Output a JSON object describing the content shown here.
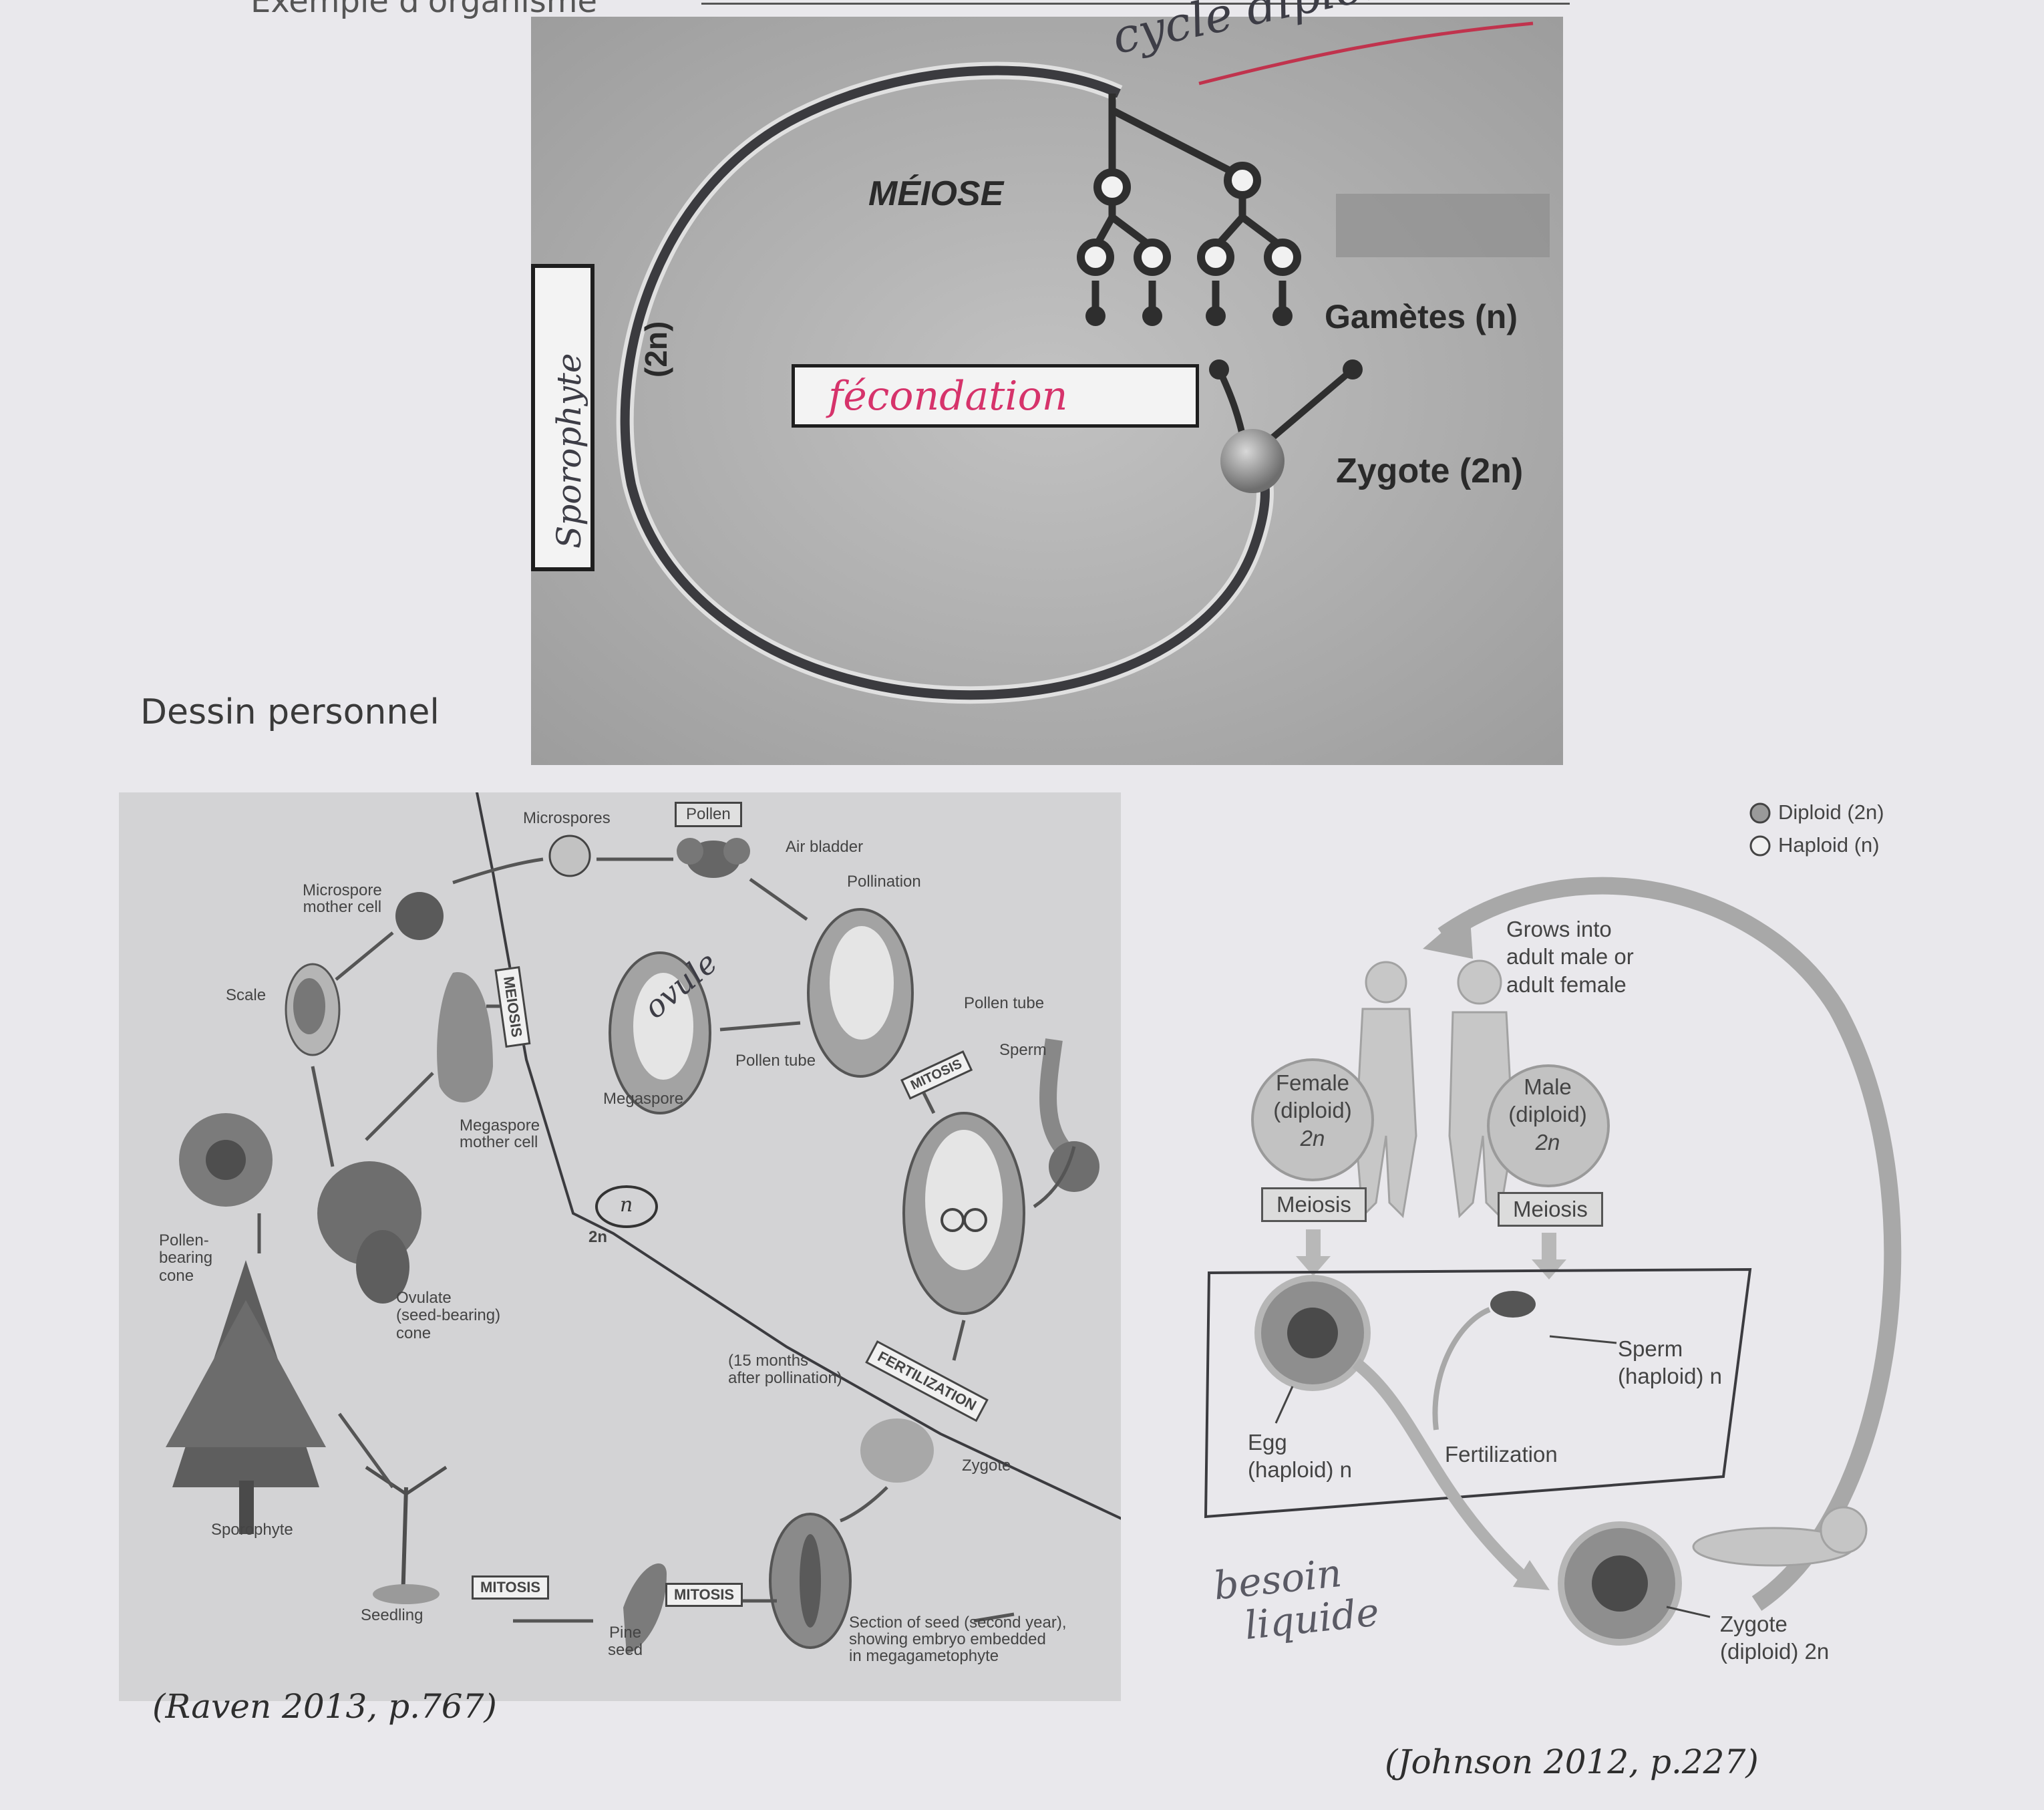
{
  "top": {
    "cut_header": "Exemple d'organisme",
    "caption_left": "Dessin personnel"
  },
  "diploid_cycle": {
    "handwritten_title": "cycle diploïde",
    "meiose": "MÉIOSE",
    "gametes": "Gamètes (n)",
    "zygote": "Zygote (2n)",
    "ploidy": "(2n)",
    "box_sporophyte": "Sporophyte",
    "box_fecondation": "fécondation"
  },
  "pine_cycle": {
    "microspores": "Microspores",
    "pollen": "Pollen",
    "air_bladder": "Air bladder",
    "pollination": "Pollination",
    "microspore_mother_cell": [
      "Microspore",
      "mother cell"
    ],
    "scale": "Scale",
    "meiosis": "MEIOSIS",
    "ovule": "ovule",
    "pollen_tube_a": "Pollen tube",
    "pollen_tube_b": "Pollen tube",
    "sperm": "Sperm",
    "mitosis_a": "MITOSIS",
    "megaspore": "Megaspore",
    "megaspore_mother_cell": [
      "Megaspore",
      "mother cell"
    ],
    "n": "n",
    "two_n": "2n",
    "pollen_bearing_cone": [
      "Pollen-",
      "bearing",
      "cone"
    ],
    "ovulate_cone": [
      "Ovulate",
      "(seed-bearing)",
      "cone"
    ],
    "fifteen_months": [
      "(15 months",
      "after pollination)"
    ],
    "fertilization": "FERTILIZATION",
    "zygote": "Zygote",
    "sporophyte": "Sporophyte",
    "mitosis_b": "MITOSIS",
    "mitosis_c": "MITOSIS",
    "seedling": "Seedling",
    "pine_seed": [
      "Pine",
      "seed"
    ],
    "section_of_seed": [
      "Section of seed (second year),",
      "showing embryo embedded",
      "in megagametophyte"
    ],
    "citation": "(Raven 2013, p.767)"
  },
  "human_cycle": {
    "legend_diploid": "Diploid (2n)",
    "legend_haploid": "Haploid (n)",
    "grows_into": [
      "Grows into",
      "adult male or",
      "adult female"
    ],
    "female": [
      "Female",
      "(diploid)",
      "2n"
    ],
    "male": [
      "Male",
      "(diploid)",
      "2n"
    ],
    "meiosis_left": "Meiosis",
    "meiosis_right": "Meiosis",
    "sperm": [
      "Sperm",
      "(haploid) n"
    ],
    "egg": [
      "Egg",
      "(haploid) n"
    ],
    "fertilization": "Fertilization",
    "zygote": [
      "Zygote",
      "(diploid) 2n"
    ],
    "handwritten_note": [
      "besoin",
      "liquide"
    ],
    "citation": "(Johnson 2012, p.227)"
  },
  "colors": {
    "paper": "#e9e8ec",
    "photo_bg": "#b3b3b3",
    "diagram_bg": "#d3d3d5",
    "ink_red": "#c0334d",
    "ink_pink": "#e0457a",
    "ink_dark": "#3b3b3f"
  }
}
